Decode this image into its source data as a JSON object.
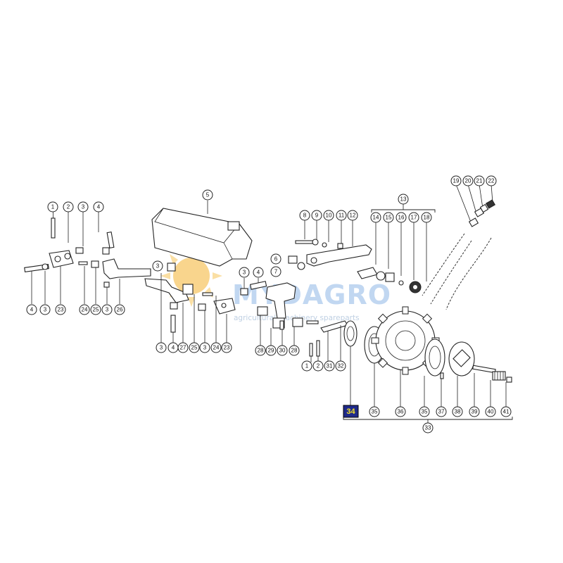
{
  "diagram": {
    "callouts": [
      "1",
      "2",
      "3",
      "4",
      "5",
      "6",
      "7",
      "8",
      "9",
      "10",
      "11",
      "12",
      "13",
      "14",
      "15",
      "16",
      "17",
      "18",
      "19",
      "20",
      "21",
      "22",
      "23",
      "24",
      "25",
      "26",
      "27",
      "28",
      "29",
      "30",
      "31",
      "32",
      "33",
      "34",
      "35",
      "36",
      "37",
      "38",
      "39",
      "40",
      "41"
    ],
    "highlighted_callout": "34"
  },
  "watermark": {
    "brand": "MYDAGRO",
    "tagline": "agricultural machinery spareparts",
    "colors": {
      "sun": "#f5b431",
      "brand": "#8fb7e6"
    }
  }
}
